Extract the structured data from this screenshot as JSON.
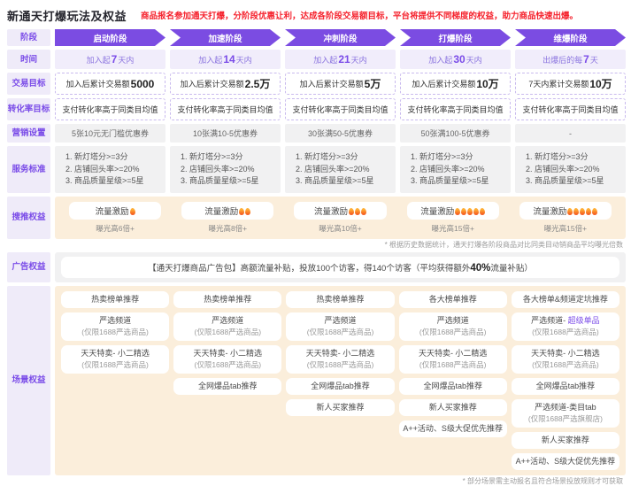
{
  "header": {
    "title": "新通天打爆玩法及权益",
    "note": "商品报名参加通天打爆，分阶段优惠让利，达成各阶段交易额目标，平台将提供不同梯度的权益，助力商品快速出爆。"
  },
  "colors": {
    "accent_purple": "#7b4ce2",
    "label_purple": "#7a4be8",
    "peach_bg": "#fbeedb",
    "gray_bg": "#f1f1f2",
    "note_red": "#f5222d"
  },
  "row_labels": {
    "stage": "阶段",
    "time": "时间",
    "gmv": "交易目标",
    "cvr": "转化率目标",
    "marketing": "营销设置",
    "service": "服务标准",
    "search": "搜推权益",
    "ads": "广告权益",
    "scene": "场景权益"
  },
  "stages": [
    "启动阶段",
    "加速阶段",
    "冲刺阶段",
    "打爆阶段",
    "维爆阶段"
  ],
  "time": [
    {
      "pre": "加入起",
      "num": "7",
      "post": "天内"
    },
    {
      "pre": "加入起",
      "num": "14",
      "post": "天内"
    },
    {
      "pre": "加入起",
      "num": "21",
      "post": "天内"
    },
    {
      "pre": "加入起",
      "num": "30",
      "post": "天内"
    },
    {
      "pre": "出爆后的每",
      "num": "7",
      "post": "天"
    }
  ],
  "gmv": [
    {
      "pre": "加入后累计交易额",
      "num": "5000"
    },
    {
      "pre": "加入后累计交易额",
      "num": "2.5万"
    },
    {
      "pre": "加入后累计交易额",
      "num": "5万"
    },
    {
      "pre": "加入后累计交易额",
      "num": "10万"
    },
    {
      "pre": "7天内累计交易额",
      "num": "10万"
    }
  ],
  "cvr": [
    "支付转化率高于同类目均值",
    "支付转化率高于同类目均值",
    "支付转化率高于同类目均值",
    "支付转化率高于同类目均值",
    "支付转化率高于同类目均值"
  ],
  "marketing": [
    "5张10元无门槛优惠券",
    "10张满10-5优惠券",
    "30张满50-5优惠券",
    "50张满100-5优惠券",
    "-"
  ],
  "service_lines": [
    "1. 新灯塔分>=3分",
    "2. 店铺回头率>=20%",
    "3. 商品质量星级>=5星"
  ],
  "search": {
    "cards": [
      {
        "label": "流量激励",
        "fires": 1,
        "sub": "曝光高6倍+"
      },
      {
        "label": "流量激励",
        "fires": 2,
        "sub": "曝光高8倍+"
      },
      {
        "label": "流量激励",
        "fires": 3,
        "sub": "曝光高10倍+"
      },
      {
        "label": "流量激励",
        "fires": 5,
        "sub": "曝光高15倍+"
      },
      {
        "label": "流量激励",
        "fires": 5,
        "sub": "曝光高15倍+"
      }
    ],
    "footnote": "* 根据历史数据统计，通天打爆各阶段商品对比同类目动销商品平均曝光倍数"
  },
  "ads": {
    "pre": "【通天打爆商品广告包】高额流量补贴，投放100个访客，得140个访客（平均获得额外",
    "strong": "40%",
    "post": "流量补贴）"
  },
  "scene": {
    "columns": [
      [
        {
          "t": "热卖榜单推荐"
        },
        {
          "t": "严选频道",
          "s": "(仅限1688严选商品)"
        },
        {
          "t": "天天特卖- 小二精选",
          "s": "(仅限1688严选商品)"
        }
      ],
      [
        {
          "t": "热卖榜单推荐"
        },
        {
          "t": "严选频道",
          "s": "(仅限1688严选商品)"
        },
        {
          "t": "天天特卖- 小二精选",
          "s": "(仅限1688严选商品)"
        },
        {
          "t": "全网爆品tab推荐"
        }
      ],
      [
        {
          "t": "热卖榜单推荐"
        },
        {
          "t": "严选频道",
          "s": "(仅限1688严选商品)"
        },
        {
          "t": "天天特卖- 小二精选",
          "s": "(仅限1688严选商品)"
        },
        {
          "t": "全网爆品tab推荐"
        },
        {
          "t": "新人买家推荐"
        }
      ],
      [
        {
          "t": "各大榜单推荐"
        },
        {
          "t": "严选频道",
          "s": "(仅限1688严选商品)"
        },
        {
          "t": "天天特卖- 小二精选",
          "s": "(仅限1688严选商品)"
        },
        {
          "t": "全网爆品tab推荐"
        },
        {
          "t": "新人买家推荐"
        },
        {
          "t": "A++活动、S级大促优先推荐"
        }
      ],
      [
        {
          "t": "各大榜单&频道定坑推荐"
        },
        {
          "t": "严选频道- ",
          "hl": "超级单品",
          "s": "(仅限1688严选商品)"
        },
        {
          "t": "天天特卖- 小二精选",
          "s": "(仅限1688严选商品)"
        },
        {
          "t": "全网爆品tab推荐"
        },
        {
          "t": "严选频道-类目tab",
          "s": "(仅限1688严选旗舰店)"
        },
        {
          "t": "新人买家推荐"
        },
        {
          "t": "A++活动、S级大促优先推荐"
        }
      ]
    ],
    "footnote": "* 部分场景需主动报名且符合场景投放规则才可获取"
  }
}
